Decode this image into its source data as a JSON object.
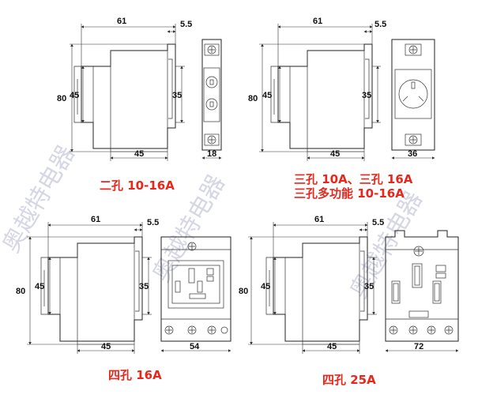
{
  "watermark": "奥越特电器",
  "panels": [
    {
      "id": "two-hole",
      "caption_lines": [
        "二孔 10-16A"
      ],
      "dims": {
        "width": "61",
        "clip": "5.5",
        "height": "80",
        "body": "45",
        "module": "35",
        "base": "45",
        "face": "18"
      }
    },
    {
      "id": "three-hole",
      "caption_lines": [
        "三孔 10A、三孔 16A",
        "三孔多功能 10-16A"
      ],
      "dims": {
        "width": "61",
        "clip": "5.5",
        "height": "80",
        "body": "45",
        "module": "35",
        "base": "45",
        "face": "36"
      }
    },
    {
      "id": "four-hole-16a",
      "caption_lines": [
        "四孔 16A"
      ],
      "dims": {
        "width": "61",
        "clip": "5.5",
        "height": "80",
        "body": "45",
        "module": "35",
        "base": "45",
        "face": "54"
      }
    },
    {
      "id": "four-hole-25a",
      "caption_lines": [
        "四孔 25A"
      ],
      "dims": {
        "width": "61",
        "clip": "5.5",
        "height": "80",
        "body": "45",
        "module": "35",
        "base": "45",
        "face": "72"
      }
    }
  ]
}
